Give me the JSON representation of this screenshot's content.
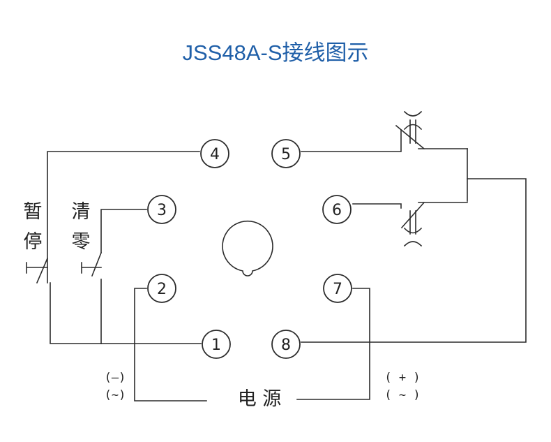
{
  "title": "JSS48A-S接线图示",
  "pins": {
    "p1": "1",
    "p2": "2",
    "p3": "3",
    "p4": "4",
    "p5": "5",
    "p6": "6",
    "p7": "7",
    "p8": "8"
  },
  "labels": {
    "pause_top": "暂",
    "pause_bottom": "停",
    "reset_top": "清",
    "reset_bottom": "零",
    "power": "电 源",
    "neg_dc": "(—)",
    "neg_ac": "(~)",
    "pos_dc": "( + )",
    "pos_ac": "( ~ )"
  },
  "colors": {
    "title": "#1f5fa8",
    "line": "#2b2b2b"
  }
}
